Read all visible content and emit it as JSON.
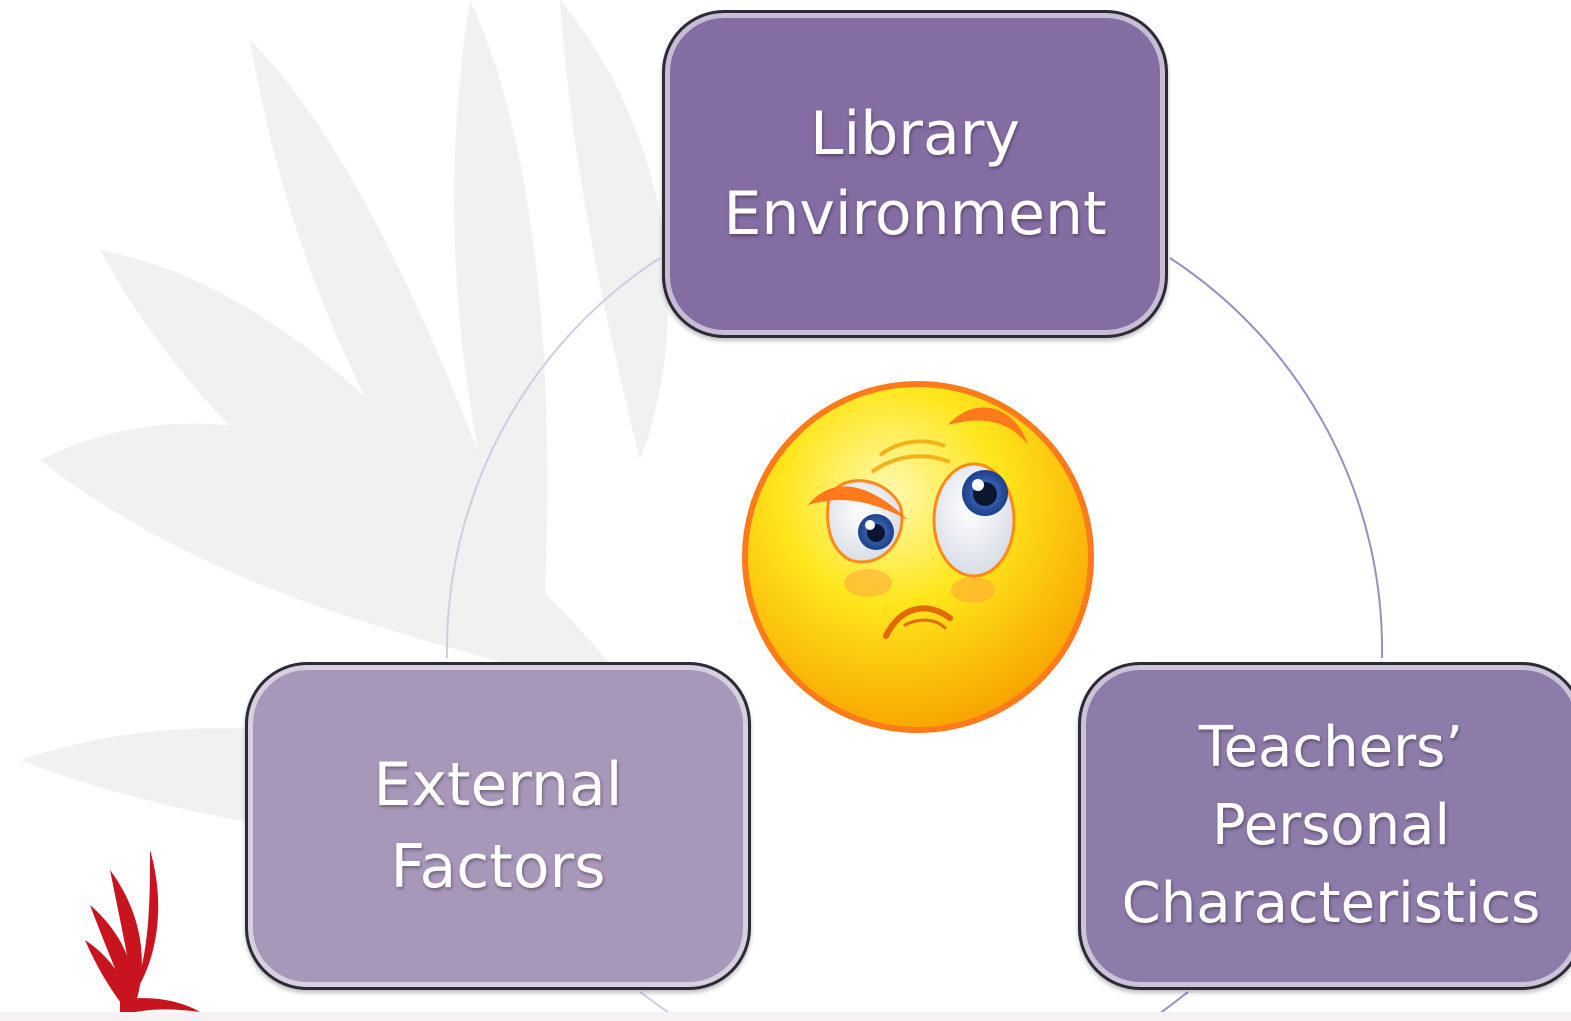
{
  "diagram": {
    "nodes": [
      {
        "id": "top",
        "lines": [
          "Library",
          "Environment"
        ],
        "color": "#846da3"
      },
      {
        "id": "left",
        "lines": [
          "External",
          "Factors"
        ],
        "color": "#a797b9"
      },
      {
        "id": "right",
        "lines": [
          "Teachers’",
          "Personal",
          "Characteristics"
        ],
        "color": "#8d7ba9"
      }
    ],
    "center_icon": "confused-face-icon",
    "connector_color": "#9a8ebf",
    "background_icon": "leaf-watermark-icon",
    "logo_icon": "red-flame-logo-icon",
    "logo_color": "#c8141e"
  }
}
